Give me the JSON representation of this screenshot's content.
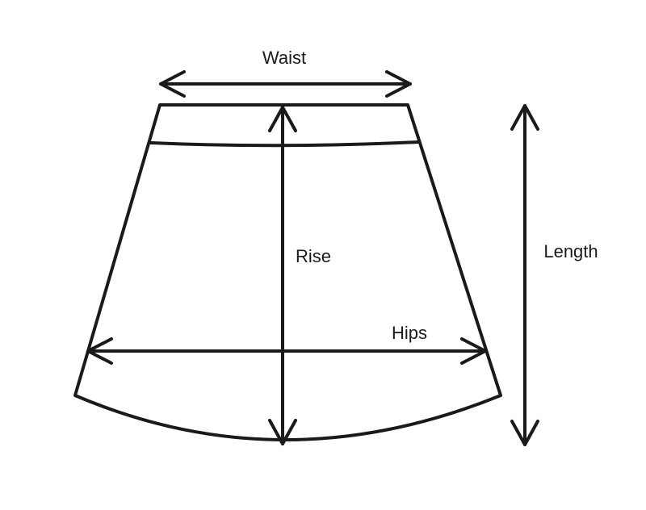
{
  "labels": {
    "waist": "Waist",
    "rise": "Rise",
    "length": "Length",
    "hips": "Hips"
  },
  "colors": {
    "stroke": "#1a1a1a",
    "background": "#ffffff"
  }
}
